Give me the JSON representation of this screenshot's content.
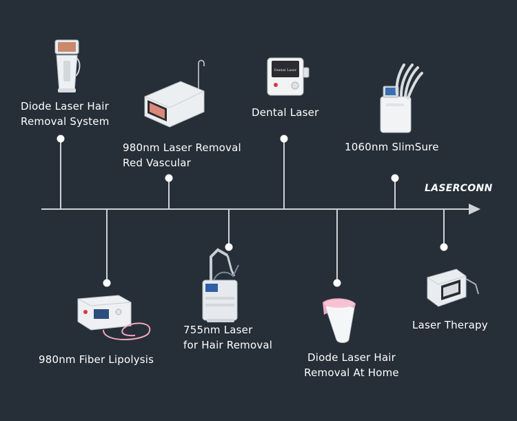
{
  "brand": "LASERCONN",
  "products": [
    {
      "lines": [
        "Diode Laser Hair",
        "Removal System"
      ],
      "device": "upright-hair-removal-machine-icon"
    },
    {
      "lines": [
        "980nm Laser Removal",
        "Red Vascular"
      ],
      "device": "desktop-vascular-laser-icon"
    },
    {
      "lines": [
        "Dental Laser"
      ],
      "device": "dental-laser-unit-icon"
    },
    {
      "lines": [
        "1060nm SlimSure"
      ],
      "device": "slimsure-body-contouring-machine-icon"
    },
    {
      "lines": [
        "980nm Fiber Lipolysis"
      ],
      "device": "fiber-lipolysis-laser-icon"
    },
    {
      "lines": [
        "755nm Laser",
        "for Hair Removal"
      ],
      "device": "alexandrite-laser-cart-icon"
    },
    {
      "lines": [
        "Diode Laser Hair",
        "Removal At Home"
      ],
      "device": "handheld-home-device-icon"
    },
    {
      "lines": [
        "Laser Therapy"
      ],
      "device": "laser-therapy-unit-icon"
    }
  ],
  "colors": {
    "background": "#262f38",
    "line": "#cfd3d7",
    "text": "#ffffff",
    "accent_pink": "#f2a7bf"
  }
}
